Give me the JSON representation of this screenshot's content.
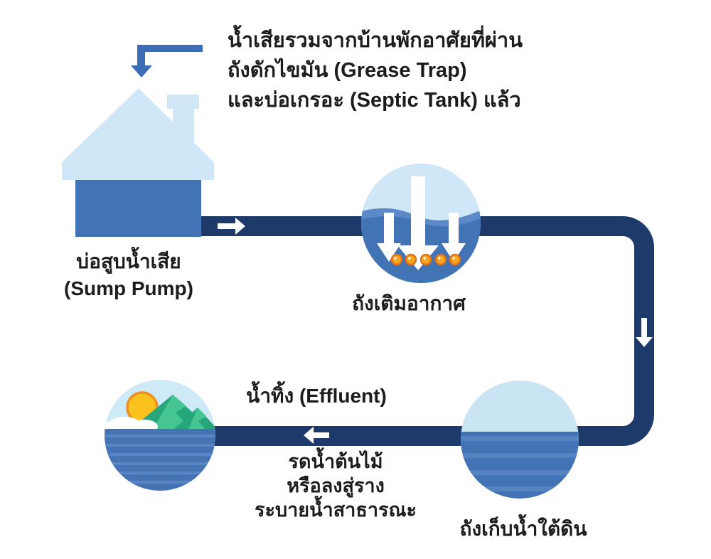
{
  "diagram": {
    "inflow_note": {
      "line1": "น้ำเสียรวมจากบ้านพักอาศัยที่ผ่าน",
      "line2": "ถังดักไขมัน (Grease Trap)",
      "line3": "และบ่อเกรอะ (Septic Tank) แล้ว"
    },
    "sump": {
      "line1": "บ่อสูบน้ำเสีย",
      "line2": "(Sump Pump)"
    },
    "aeration_label": "ถังเติมอากาศ",
    "storage_label": "ถังเก็บน้ำใต้ดิน",
    "effluent_label": "น้ำทิ้ง (Effluent)",
    "reuse_note": {
      "line1": "รดน้ำต้นไม้",
      "line2": "หรือลงสู่ราง",
      "line3": "ระบายน้ำสาธารณะ"
    },
    "icons": [
      "pointer-arrow-icon",
      "house-icon",
      "pipe",
      "flow-arrow-right-icon",
      "flow-arrow-down-icon",
      "flow-arrow-left-icon",
      "aeration-tank-icon",
      "underground-tank-icon",
      "nature-scene-icon"
    ],
    "colors": {
      "pipe_navy": "#1e3a6b",
      "medium_blue": "#4173b5",
      "pointer_blue": "#3d6db7",
      "light_blue": "#cfe7f6",
      "wave_blue": "#5d89c8",
      "stripe_blue": "#5584c1",
      "mountain_green_dark": "#26a67b",
      "mountain_green_light": "#45c591",
      "sun_yellow": "#fbc21d",
      "sun_ring_orange": "#ef9120",
      "bubble_orange": "#f6a71f",
      "bubble_ring_orange": "#e0711a",
      "text": "#1c1c1c",
      "background": "#ffffff"
    }
  }
}
